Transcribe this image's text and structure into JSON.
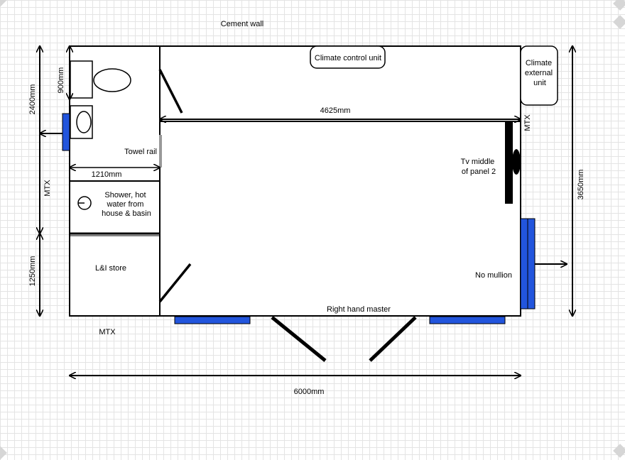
{
  "labels": {
    "cement_wall": "Cement wall",
    "climate_control_unit": "Climate control unit",
    "climate_external_unit": [
      "Climate",
      "external",
      "unit"
    ],
    "dim_4625": "4625mm",
    "dim_6000": "6000mm",
    "dim_3650": "3650mm",
    "dim_2400": "2400mm",
    "dim_1250": "1250mm",
    "dim_900": "900mm",
    "dim_1210": "1210mm",
    "mtx": "MTX",
    "towel_rail": "Towel rail",
    "shower": [
      "Shower, hot",
      "water from",
      "house & basin"
    ],
    "li_store": "L&I store",
    "tv": [
      "Tv middle",
      "of panel 2"
    ],
    "no_mullion": "No mullion",
    "right_hand_master": "Right hand master"
  },
  "colors": {
    "window_blue": "#2255dd",
    "line": "#000000",
    "towel_rail_grey": "#999999"
  }
}
